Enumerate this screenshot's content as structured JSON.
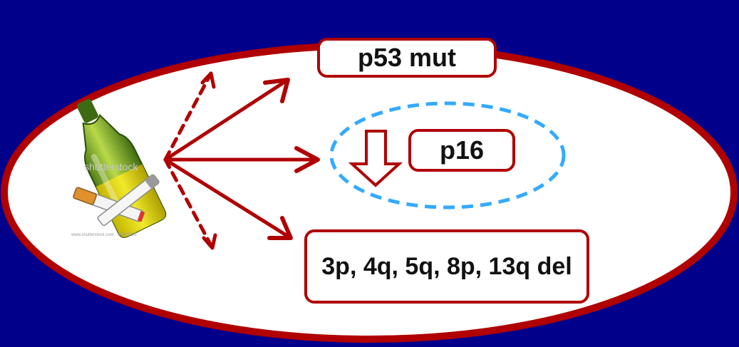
{
  "boxes": {
    "p53": "p53 mut",
    "p16": "p16",
    "deletions": "3p, 4q, 5q, 8p, 13q del"
  },
  "image": {
    "watermark": "shutterstock",
    "watermark_url": "www.shutterstock.com · 40202293"
  },
  "colors": {
    "background": "#00008b",
    "ellipse_border": "#b00000",
    "arrow": "#b00000",
    "dashed_ellipse": "#33aaff"
  },
  "icons": [
    "bottle-icon",
    "cigarette-icon",
    "down-arrow-icon"
  ]
}
